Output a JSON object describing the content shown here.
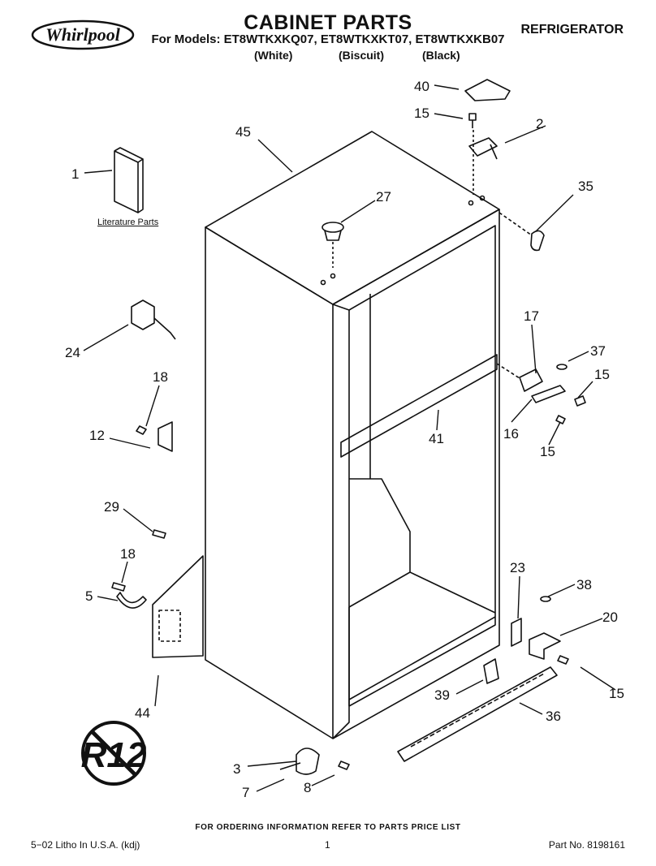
{
  "header": {
    "brand": "Whirlpool",
    "title": "CABINET PARTS",
    "models": "For Models: ET8WTKXKQ07, ET8WTKXKT07, ET8WTKXKB07",
    "variants": [
      "(White)",
      "(Biscuit)",
      "(Black)"
    ],
    "category": "REFRIGERATOR"
  },
  "diagram": {
    "literature_label": "Literature Parts",
    "badge_text": "R12",
    "callouts": [
      "40",
      "15",
      "2",
      "45",
      "1",
      "27",
      "35",
      "24",
      "17",
      "37",
      "15",
      "18",
      "16",
      "15",
      "41",
      "12",
      "29",
      "18",
      "23",
      "38",
      "5",
      "20",
      "44",
      "39",
      "36",
      "15",
      "3",
      "7",
      "8"
    ]
  },
  "footer": {
    "order_note": "FOR ORDERING INFORMATION REFER TO PARTS PRICE LIST",
    "left": "5−02 Litho In U.S.A. (kdj)",
    "page": "1",
    "part_no": "Part No. 8198161"
  }
}
